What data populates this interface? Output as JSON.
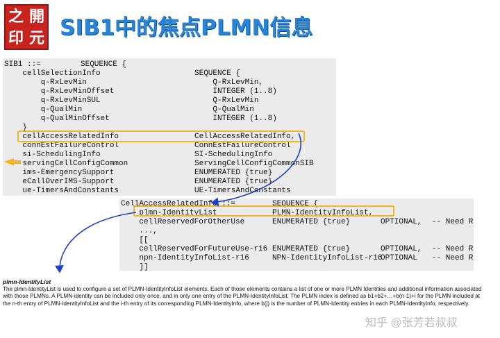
{
  "logo": {
    "chars": [
      "之",
      "開",
      "印",
      "元"
    ]
  },
  "title": "SIB1中的焦点PLMN信息",
  "block1": [
    {
      "c1": "SIB1 ::=",
      "c2": "SEQUENCE {"
    },
    {
      "c1": "    cellSelectionInfo",
      "c3": "SEQUENCE {"
    },
    {
      "c1": "        q-RxLevMin",
      "c3": "    Q-RxLevMin,"
    },
    {
      "c1": "        q-RxLevMinOffset",
      "c3": "    INTEGER (1..8)"
    },
    {
      "c1": "        q-RxLevMinSUL",
      "c3": "    Q-RxLevMin"
    },
    {
      "c1": "        q-QualMin",
      "c3": "    Q-QualMin"
    },
    {
      "c1": "        q-QualMinOffset",
      "c3": "    INTEGER (1..8)"
    },
    {
      "c1": "    }"
    },
    {
      "c1": "    cellAccessRelatedInfo",
      "c3": "CellAccessRelatedInfo,"
    },
    {
      "c1": "    connEstFailureControl",
      "c3": "ConnEstFailureControl"
    },
    {
      "c1": "    si-SchedulingInfo",
      "c3": "SI-SchedulingInfo"
    },
    {
      "c1": "    servingCellConfigCommon",
      "c3": "ServingCellConfigCommonSIB"
    },
    {
      "c1": "    ims-EmergencySupport",
      "c3": "ENUMERATED {true}"
    },
    {
      "c1": "    eCallOverIMS-Support",
      "c3": "ENUMERATED {true}"
    },
    {
      "c1": "    ue-TimersAndConstants",
      "c3": "UE-TimersAndConstants"
    }
  ],
  "block2": [
    {
      "c1": "CellAccessRelatedInfo ::=",
      "c2": "SEQUENCE {"
    },
    {
      "c1": "    plmn-IdentityList",
      "c2": "PLMN-IdentityInfoList,"
    },
    {
      "c1": "    cellReservedForOtherUse",
      "c2": "ENUMERATED {true}",
      "c3": "OPTIONAL,",
      "c4": "-- Need R"
    },
    {
      "c1": "    ...,"
    },
    {
      "c1": "    [["
    },
    {
      "c1": "    cellReservedForFutureUse-r16",
      "c2": "ENUMERATED {true}",
      "c3": "OPTIONAL,",
      "c4": "-- Need R"
    },
    {
      "c1": "    npn-IdentityInfoList-r16",
      "c2": "NPN-IdentityInfoList-r16",
      "c3": "OPTIONAL",
      "c4": "-- Need R"
    },
    {
      "c1": "    ]]"
    },
    {
      "c1": "}"
    }
  ],
  "desc": {
    "heading": "plmn-IdentityList",
    "text": "The plmn-IdentityList is used to configure a set of PLMN-IdentityInfoList elements. Each of those elements contains a list of one or more PLMN Identities and additional information associated with those PLMNs. A PLMN-identity can be included only once, and in only one entry of the PLMN-IdentityInfoList. The PLMN index is defined as b1+b2+…+b(n-1)+i for the PLMN included at the n-th entry of PLMN-IdentityInfoList and the i-th entry of its corresponding PLMN-IdentityInfo, where b(j) is the number of PLMN-Identity entries in each PLMN-IdentityInfo, respectively."
  },
  "watermark": "知乎 @张芳若叔叔",
  "colors": {
    "highlight": "#f6b522",
    "arrow": "#1f3fc9",
    "title": "#2a84d6",
    "logo": "#c9231f"
  }
}
